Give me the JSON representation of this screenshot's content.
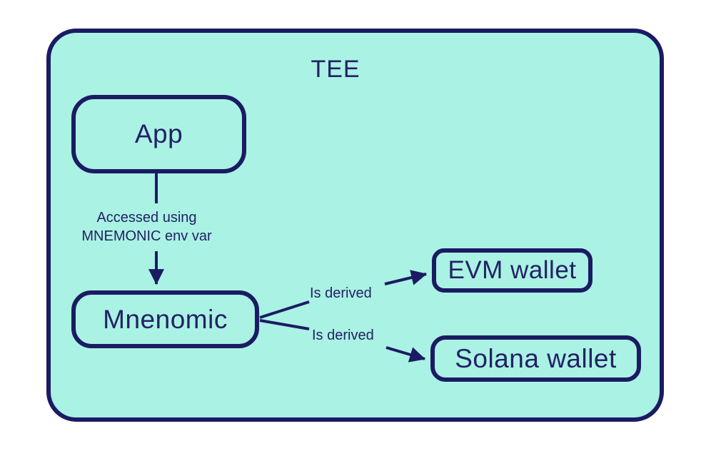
{
  "diagram": {
    "container": {
      "label": "TEE"
    },
    "nodes": {
      "app": {
        "label": "App"
      },
      "mnemonic": {
        "label": "Mnenomic"
      },
      "evm_wallet": {
        "label": "EVM wallet"
      },
      "solana_wallet": {
        "label": "Solana wallet"
      }
    },
    "edges": {
      "app_to_mnemonic": {
        "label_line1": "Accessed using",
        "label_line2": "MNEMONIC env var"
      },
      "mnemonic_to_evm": {
        "label": "Is derived"
      },
      "mnemonic_to_solana": {
        "label": "Is derived"
      }
    },
    "colors": {
      "page_background": "#ffffff",
      "node_fill": "#aaf2e3",
      "stroke": "#1b1b63",
      "text": "#232166"
    }
  }
}
